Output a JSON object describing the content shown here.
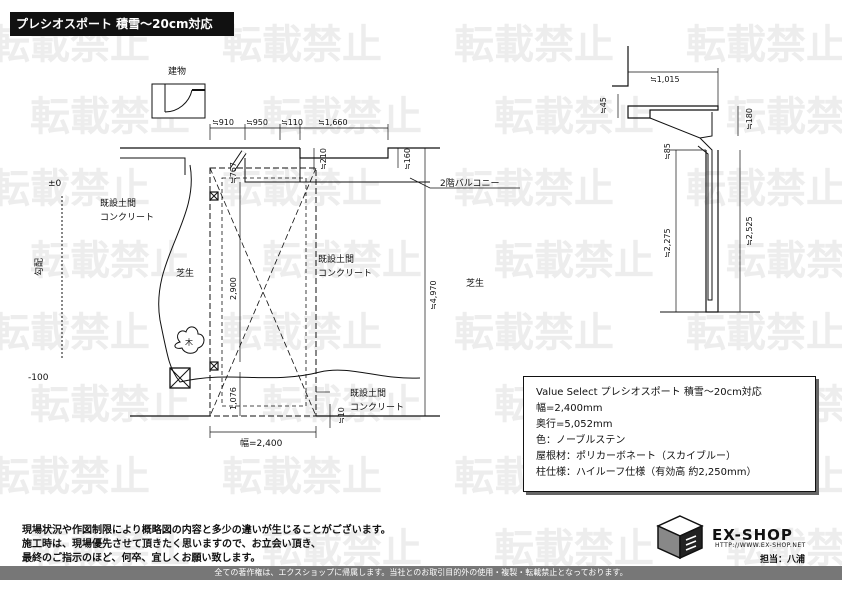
{
  "header": {
    "title": "プレシオスポート 積雪～20cm対応"
  },
  "watermark": "転載禁止",
  "plan": {
    "building_label": "建物",
    "left_concrete_1": "既設土間",
    "left_concrete_2": "コンクリート",
    "lawn_left": "芝生",
    "lawn_right": "芝生",
    "center_concrete_1": "既設土間",
    "center_concrete_2": "コンクリート",
    "bottom_concrete_1": "既設土間",
    "bottom_concrete_2": "コンクリート",
    "balcony_label": "2階バルコニー",
    "tree_label": "木",
    "level_top": "±0",
    "level_bottom": "-100",
    "slope_label": "勾配",
    "dim_910": "≒910",
    "dim_950": "≒950",
    "dim_110": "≒110",
    "dim_1660": "≒1,660",
    "dim_210": "≒210",
    "dim_160": "≒160",
    "dim_767": "≒767",
    "dim_2900": "2,900",
    "dim_1076": "1,076",
    "dim_4970": "≒4,970",
    "dim_10": "≒10",
    "dim_width": "幅=2,400"
  },
  "section": {
    "dim_1015": "≒1,015",
    "dim_45": "≒45",
    "dim_180": "≒180",
    "dim_85": "≒85",
    "dim_2275": "≒2,275",
    "dim_2525": "≒2,525"
  },
  "spec": {
    "line1": "Value Select プレシオスポート 積雪～20cm対応",
    "line2": "幅=2,400mm",
    "line3": "奥行=5,052mm",
    "line4": "色：ノーブルステン",
    "line5": "屋根材：ポリカーボネート（スカイブルー）",
    "line6": "柱仕様：ハイルーフ仕様（有効高 約2,250mm）"
  },
  "notes": {
    "line1": "現場状況や作図制限により概略図の内容と多少の違いが生じることがございます。",
    "line2": "施工時は、現場優先させて頂きたく思いますので、お立会い頂き、",
    "line3": "最終のご指示のほど、何卒、宜しくお願い致します。"
  },
  "logo": {
    "brand": "EX-SHOP",
    "url": "HTTP://WWW.EX-SHOP.NET",
    "staff": "担当：八浦"
  },
  "footer": {
    "text": "全ての著作権は、エクスショップに帰属します。当社とのお取引目的外の使用・複製・転載禁止となっております。"
  }
}
